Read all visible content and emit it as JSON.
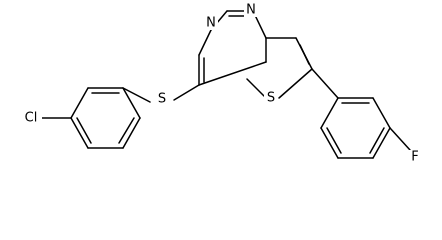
{
  "molecule": {
    "atoms": {
      "n1": "N",
      "n3": "N",
      "s_ring": "S",
      "s_link": "S",
      "cl": "Cl",
      "f": "F"
    }
  },
  "colors": {
    "bond": "#000000",
    "label": "#000000",
    "background": "#ffffff"
  }
}
